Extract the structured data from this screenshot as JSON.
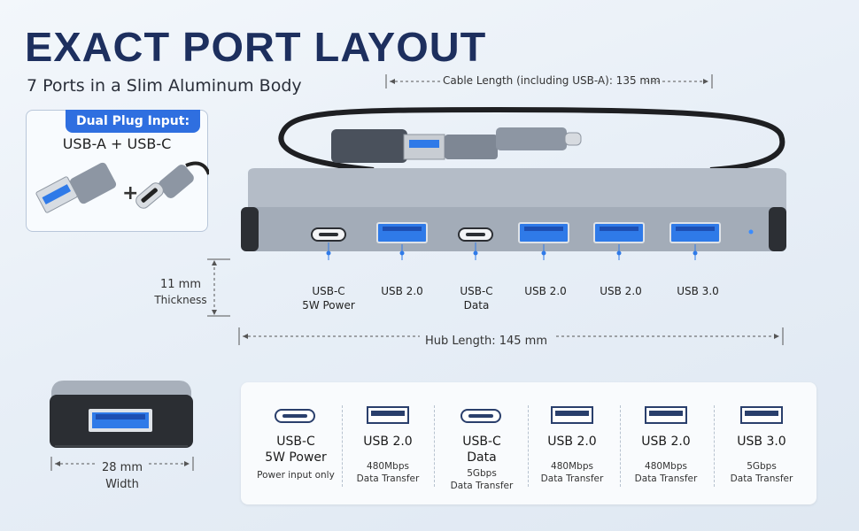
{
  "title": "EXACT PORT LAYOUT",
  "subtitle": "7 Ports in a Slim Aluminum Body",
  "dual_plug": {
    "heading": "Dual Plug Input:",
    "plugs": "USB-A  +  USB-C"
  },
  "cable_length": "Cable Length (including USB-A): 135 mm",
  "hub_length": "Hub Length: 145 mm",
  "thickness": {
    "value": "11 mm",
    "label": "Thickness"
  },
  "width": {
    "value": "28 mm",
    "label": "Width"
  },
  "ports": [
    {
      "line1": "USB-C",
      "line2": "5W Power"
    },
    {
      "line1": "USB 2.0",
      "line2": ""
    },
    {
      "line1": "USB-C",
      "line2": "Data"
    },
    {
      "line1": "USB 2.0",
      "line2": ""
    },
    {
      "line1": "USB 2.0",
      "line2": ""
    },
    {
      "line1": "USB 3.0",
      "line2": ""
    }
  ],
  "specs": [
    {
      "icon": "usb-c-port-icon",
      "name1": "USB-C",
      "name2": "5W Power",
      "d1": "Power input only",
      "d2": ""
    },
    {
      "icon": "usb-a-port-icon",
      "name1": "USB 2.0",
      "name2": "",
      "d1": "480Mbps",
      "d2": "Data Transfer"
    },
    {
      "icon": "usb-c-port-icon",
      "name1": "USB-C",
      "name2": "Data",
      "d1": "5Gbps",
      "d2": "Data Transfer"
    },
    {
      "icon": "usb-a-port-icon",
      "name1": "USB 2.0",
      "name2": "",
      "d1": "480Mbps",
      "d2": "Data Transfer"
    },
    {
      "icon": "usb-a-port-icon",
      "name1": "USB 2.0",
      "name2": "",
      "d1": "480Mbps",
      "d2": "Data Transfer"
    },
    {
      "icon": "usb-a-port-icon",
      "name1": "USB 3.0",
      "name2": "",
      "d1": "5Gbps",
      "d2": "Data Transfer"
    }
  ],
  "colors": {
    "title": "#1d2f5e",
    "accent": "#2f6fe0",
    "port_blue": "#2f7ae8",
    "hub_body": "#9aa4b2"
  }
}
